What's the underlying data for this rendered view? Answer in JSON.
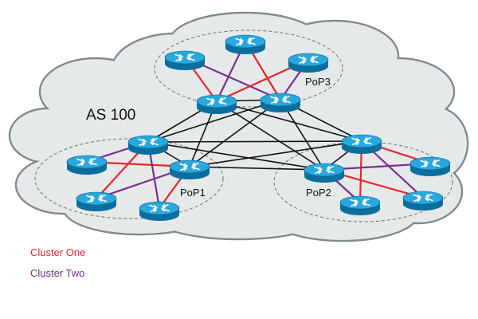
{
  "diagram": {
    "as_label": "AS 100",
    "pops": [
      {
        "id": "pop1",
        "label": "PoP1"
      },
      {
        "id": "pop2",
        "label": "PoP2"
      },
      {
        "id": "pop3",
        "label": "PoP3"
      }
    ],
    "legend": [
      {
        "id": "cluster-one",
        "label": "Cluster One",
        "color": "#e8242a"
      },
      {
        "id": "cluster-two",
        "label": "Cluster Two",
        "color": "#7a2f8f"
      }
    ],
    "colors": {
      "cloud_fill": "#e6e9ea",
      "cloud_stroke": "#7f8a8f",
      "mesh_link": "#111111",
      "router_top": "#29a7df",
      "router_side": "#0b6f9e",
      "router_arrow": "#ffffff"
    },
    "routers": [
      {
        "id": "pop3-top"
      },
      {
        "id": "pop3-left"
      },
      {
        "id": "pop3-right"
      },
      {
        "id": "pop3-core-left"
      },
      {
        "id": "pop3-core-right"
      },
      {
        "id": "pop1-core-top"
      },
      {
        "id": "pop1-core-right"
      },
      {
        "id": "pop1-left"
      },
      {
        "id": "pop1-bottom-left"
      },
      {
        "id": "pop1-bottom"
      },
      {
        "id": "pop2-core-top"
      },
      {
        "id": "pop2-core-left"
      },
      {
        "id": "pop2-right"
      },
      {
        "id": "pop2-bottom"
      },
      {
        "id": "pop2-bottom-right"
      }
    ],
    "links": [
      {
        "from": "pop3-core-left",
        "to": "pop3-core-right",
        "type": "mesh"
      },
      {
        "from": "pop3-core-left",
        "to": "pop1-core-top",
        "type": "mesh"
      },
      {
        "from": "pop3-core-left",
        "to": "pop1-core-right",
        "type": "mesh"
      },
      {
        "from": "pop3-core-left",
        "to": "pop2-core-top",
        "type": "mesh"
      },
      {
        "from": "pop3-core-left",
        "to": "pop2-core-left",
        "type": "mesh"
      },
      {
        "from": "pop3-core-right",
        "to": "pop1-core-top",
        "type": "mesh"
      },
      {
        "from": "pop3-core-right",
        "to": "pop1-core-right",
        "type": "mesh"
      },
      {
        "from": "pop3-core-right",
        "to": "pop2-core-top",
        "type": "mesh"
      },
      {
        "from": "pop3-core-right",
        "to": "pop2-core-left",
        "type": "mesh"
      },
      {
        "from": "pop1-core-top",
        "to": "pop1-core-right",
        "type": "mesh"
      },
      {
        "from": "pop1-core-top",
        "to": "pop2-core-top",
        "type": "mesh"
      },
      {
        "from": "pop1-core-top",
        "to": "pop2-core-left",
        "type": "mesh"
      },
      {
        "from": "pop1-core-right",
        "to": "pop2-core-top",
        "type": "mesh"
      },
      {
        "from": "pop1-core-right",
        "to": "pop2-core-left",
        "type": "mesh"
      },
      {
        "from": "pop2-core-top",
        "to": "pop2-core-left",
        "type": "mesh"
      },
      {
        "from": "pop3-left",
        "to": "pop3-core-left",
        "type": "cluster-one"
      },
      {
        "from": "pop3-left",
        "to": "pop3-core-right",
        "type": "cluster-two"
      },
      {
        "from": "pop3-top",
        "to": "pop3-core-left",
        "type": "cluster-two"
      },
      {
        "from": "pop3-top",
        "to": "pop3-core-right",
        "type": "cluster-one"
      },
      {
        "from": "pop3-right",
        "to": "pop3-core-left",
        "type": "cluster-one"
      },
      {
        "from": "pop3-right",
        "to": "pop3-core-right",
        "type": "cluster-two"
      },
      {
        "from": "pop1-left",
        "to": "pop1-core-top",
        "type": "cluster-two"
      },
      {
        "from": "pop1-left",
        "to": "pop1-core-right",
        "type": "cluster-one"
      },
      {
        "from": "pop1-bottom-left",
        "to": "pop1-core-top",
        "type": "cluster-one"
      },
      {
        "from": "pop1-bottom-left",
        "to": "pop1-core-right",
        "type": "cluster-two"
      },
      {
        "from": "pop1-bottom",
        "to": "pop1-core-top",
        "type": "cluster-two"
      },
      {
        "from": "pop1-bottom",
        "to": "pop1-core-right",
        "type": "cluster-one"
      },
      {
        "from": "pop2-core-top",
        "to": "pop2-right",
        "type": "cluster-one"
      },
      {
        "from": "pop2-core-top",
        "to": "pop2-bottom",
        "type": "cluster-one"
      },
      {
        "from": "pop2-core-top",
        "to": "pop2-bottom-right",
        "type": "cluster-two"
      },
      {
        "from": "pop2-core-left",
        "to": "pop2-bottom",
        "type": "cluster-two"
      },
      {
        "from": "pop2-core-left",
        "to": "pop2-right",
        "type": "cluster-two"
      },
      {
        "from": "pop2-core-left",
        "to": "pop2-bottom-right",
        "type": "cluster-one"
      }
    ]
  }
}
